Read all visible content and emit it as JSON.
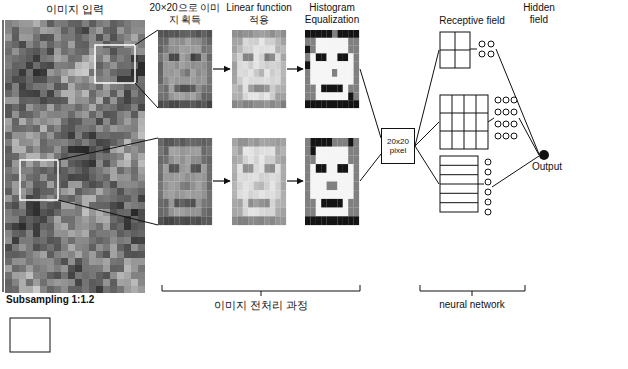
{
  "diagram": {
    "nodes": [
      {
        "text": [
          "20x20 pixel"
        ]
      },
      {
        "text": [
          "Output"
        ]
      }
    ],
    "labels": [
      "이미지 입력",
      "20×20으로 이미지 획득",
      "Linear function 적용",
      "Histogram Equalization",
      "Receptive field",
      "Hidden field",
      "Subsampling 1:1.2",
      "이미지 전처리 과정",
      "neural network"
    ]
  }
}
